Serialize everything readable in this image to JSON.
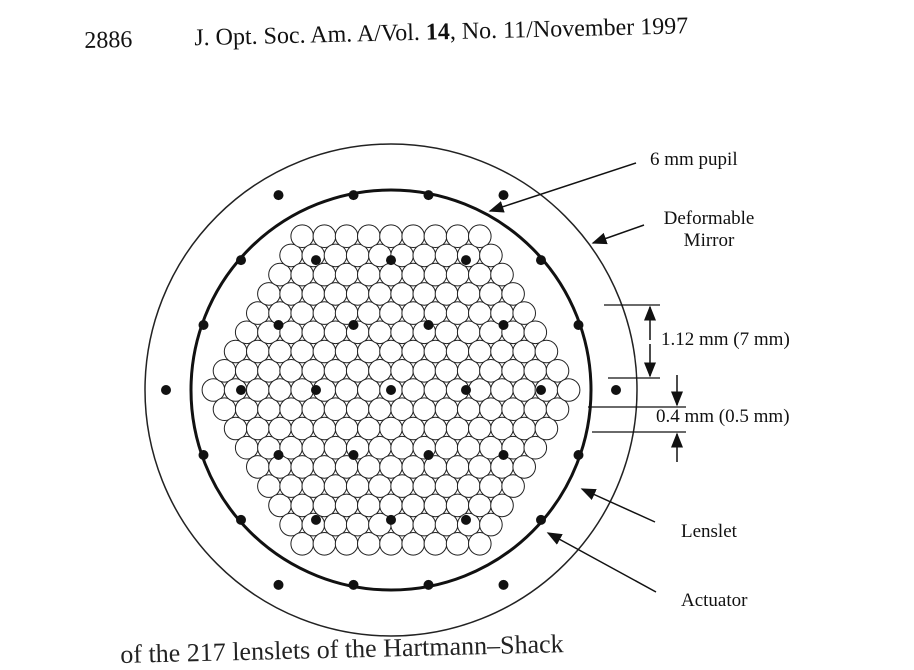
{
  "header": {
    "page_number": "2886",
    "journal_prefix": "J. Opt. Soc. Am. A/Vol. ",
    "volume": "14",
    "journal_suffix": ", No. 11/November 1997"
  },
  "figure": {
    "labels": {
      "pupil": "6 mm pupil",
      "mirror_line1": "Deformable",
      "mirror_line2": "Mirror",
      "actuator_spacing": "1.12 mm (7 mm)",
      "lenslet_spacing": "0.4 mm (0.5 mm)",
      "lenslet": "Lenslet",
      "actuator": "Actuator"
    }
  },
  "caption": {
    "text": "of the 217 lenslets of the Hartmann–Shack"
  }
}
